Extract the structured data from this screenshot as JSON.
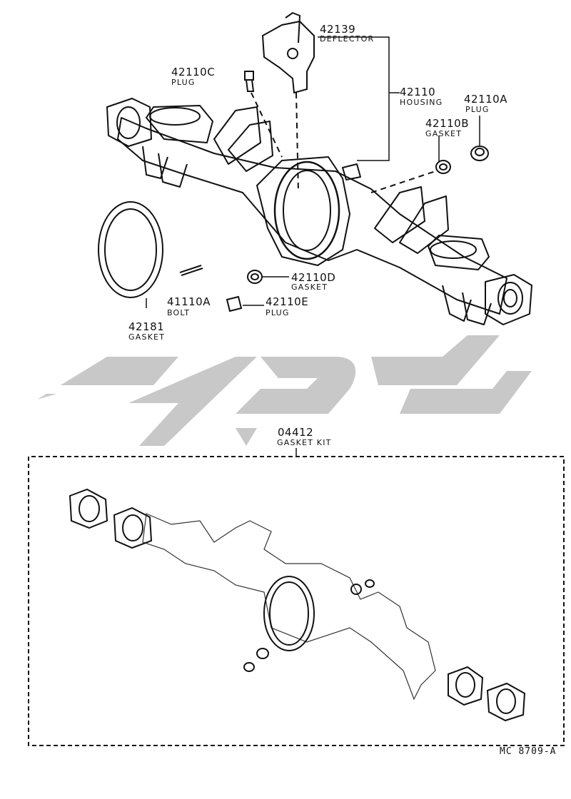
{
  "parts": [
    {
      "id": "deflector",
      "number": "42139",
      "name": "DEFLECTOR"
    },
    {
      "id": "plug-c",
      "number": "42110C",
      "name": "PLUG"
    },
    {
      "id": "housing",
      "number": "42110",
      "name": "HOUSING"
    },
    {
      "id": "plug-a",
      "number": "42110A",
      "name": "PLUG"
    },
    {
      "id": "gasket-b",
      "number": "42110B",
      "name": "GASKET"
    },
    {
      "id": "gasket-d",
      "number": "42110D",
      "name": "GASKET"
    },
    {
      "id": "bolt",
      "number": "41110A",
      "name": "BOLT"
    },
    {
      "id": "plug-e",
      "number": "42110E",
      "name": "PLUG"
    },
    {
      "id": "gasket-cover",
      "number": "42181",
      "name": "GASKET"
    },
    {
      "id": "gasket-kit",
      "number": "04412",
      "name": "GASKET KIT"
    }
  ],
  "diagram_code": "MC 8709-A",
  "watermark": "logo",
  "colors": {
    "line": "#111111",
    "watermark": "#c8c8c8",
    "background": "#ffffff"
  }
}
